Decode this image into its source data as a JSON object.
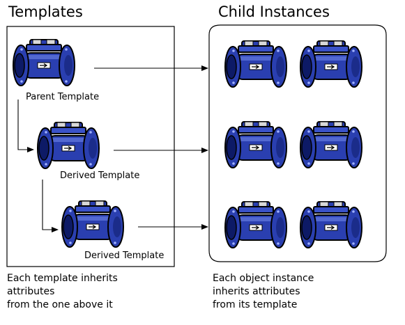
{
  "templates_panel": {
    "heading": "Templates",
    "items": [
      {
        "label": "Parent Template"
      },
      {
        "label": "Derived Template"
      },
      {
        "label": "Derived Template"
      }
    ],
    "caption": [
      "Each template inherits",
      "attributes",
      "from the one above it"
    ]
  },
  "instances_panel": {
    "heading": "Child Instances",
    "caption": [
      "Each object instance",
      "inherits attributes",
      "from its template"
    ]
  },
  "colors": {
    "meter_blue": "#2a3fb0",
    "meter_dark": "#0d1a66",
    "meter_light": "#6f86e8",
    "outline": "#000000"
  },
  "icons": [
    "flow-meter-icon"
  ]
}
